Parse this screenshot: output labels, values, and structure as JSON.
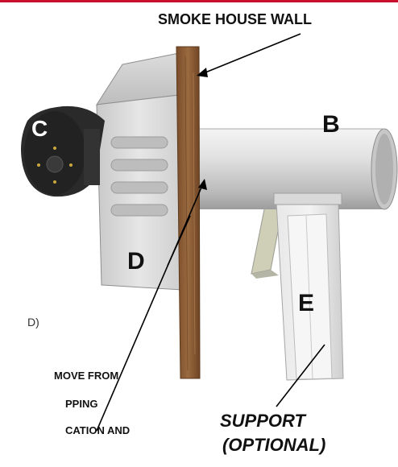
{
  "labels": {
    "wall": "SMOKE HOUSE WALL",
    "b": "B",
    "c": "C",
    "d": "D",
    "e": "E",
    "side_fragment": "D)",
    "bottom_line1": "MOVE FROM",
    "bottom_line2": "PPING",
    "bottom_line3": "CATION AND",
    "support": "SUPPORT",
    "optional": "(OPTIONAL)"
  },
  "colors": {
    "accent_rule": "#c8102e",
    "wall_wood": "#8a5a33",
    "metal": "#d8d8d8",
    "motor": "#2a2a2a"
  }
}
